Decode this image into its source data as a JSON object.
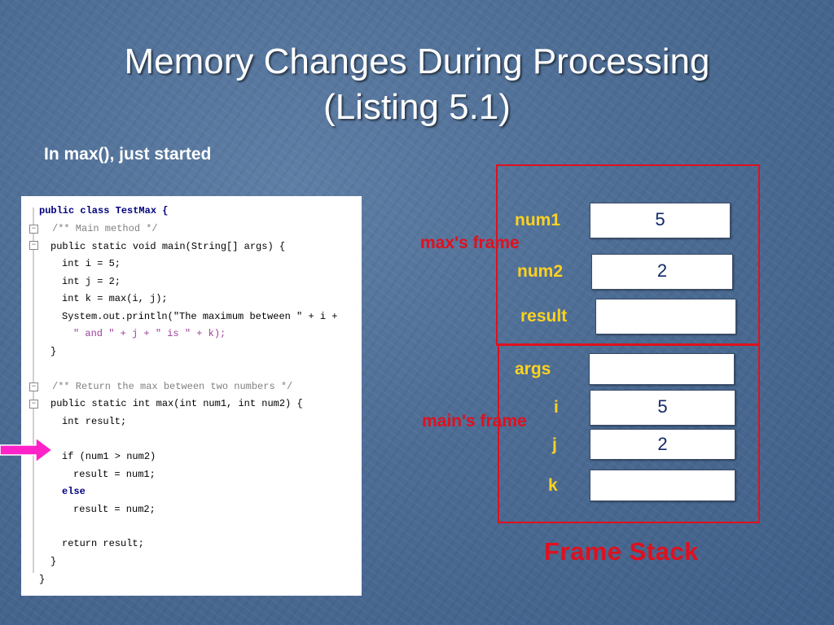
{
  "title": {
    "line1": "Memory Changes During Processing",
    "line2": "(Listing 5.1)"
  },
  "subtitle": "In max(), just started",
  "colors": {
    "frame_border": "#e0101e",
    "variable_label": "#ffd21f",
    "arrow": "#ff22c8",
    "cell_text": "#102a66"
  },
  "code_listing": {
    "lines": [
      "public class TestMax {",
      "/** Main method */",
      "public static void main(String[] args) {",
      "int i = 5;",
      "int j = 2;",
      "int k = max(i, j);",
      "System.out.println(\"The maximum between \" + i +",
      "\" and \" + j + \" is \" + k);",
      "}",
      "/** Return the max between two numbers */",
      "public static int max(int num1, int num2) {",
      "int result;",
      "if (num1 > num2)",
      "result = num1;",
      "else",
      "result = num2;",
      "return result;",
      "}",
      "}"
    ],
    "current_line": "if (num1 > num2)"
  },
  "max_frame": {
    "label": "max's frame",
    "variables": [
      {
        "name": "num1",
        "value": "5"
      },
      {
        "name": "num2",
        "value": "2"
      },
      {
        "name": "result",
        "value": ""
      }
    ]
  },
  "main_frame": {
    "label": "main's frame",
    "variables": [
      {
        "name": "args",
        "value": ""
      },
      {
        "name": "i",
        "value": "5"
      },
      {
        "name": "j",
        "value": "2"
      },
      {
        "name": "k",
        "value": ""
      }
    ]
  },
  "stack_label": "Frame Stack"
}
